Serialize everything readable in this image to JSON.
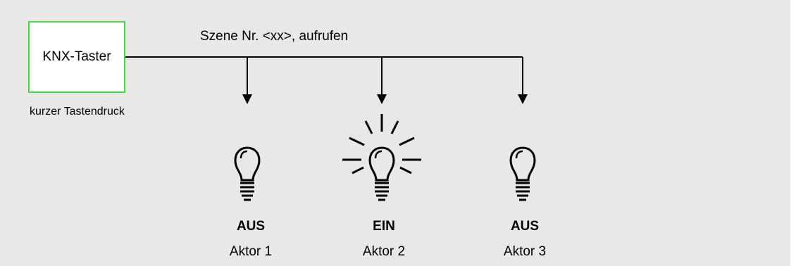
{
  "sender": {
    "label": "KNX-Taster",
    "action": "kurzer Tastendruck"
  },
  "command": "Szene Nr. <xx>, aufrufen",
  "colors": {
    "sender_border": "#44d944",
    "background": "#e8e8e8",
    "line": "#000000"
  },
  "actuators": [
    {
      "name": "Aktor 1",
      "state": "AUS",
      "icon": "bulb-off-icon"
    },
    {
      "name": "Aktor 2",
      "state": "EIN",
      "icon": "bulb-on-icon"
    },
    {
      "name": "Aktor 3",
      "state": "AUS",
      "icon": "bulb-off-icon"
    }
  ]
}
